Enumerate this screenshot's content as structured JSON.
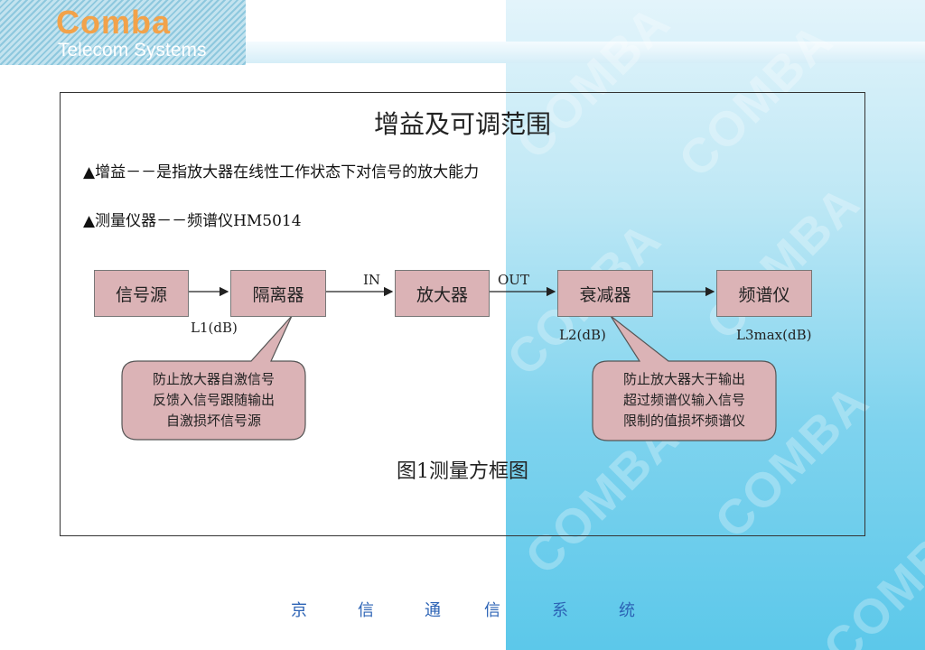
{
  "logo": {
    "name": "Comba",
    "subtitle": "Telecom Systems"
  },
  "watermark_text": "COMBA",
  "slide": {
    "title": "增益及可调范围",
    "bullet1": "▲增益－－是指放大器在线性工作状态下对信号的放大能力",
    "bullet2": "▲测量仪器－－频谱仪HM5014"
  },
  "diagram": {
    "blocks": [
      "信号源",
      "隔离器",
      "放大器",
      "衰减器",
      "频谱仪"
    ],
    "labels": {
      "in": "IN",
      "out": "OUT",
      "l1": "L1(dB)",
      "l2": "L2(dB)",
      "l3": "L3max(dB)"
    },
    "callouts": {
      "left": [
        "防止放大器自激信号",
        "反馈入信号跟随输出",
        "自激损坏信号源"
      ],
      "right": [
        "防止放大器大于输出",
        "超过频谱仪输入信号",
        "限制的值损坏频谱仪"
      ]
    },
    "caption": "图1测量方框图"
  },
  "footer": [
    "京",
    "信",
    "通",
    "信",
    "系",
    "统"
  ],
  "colors": {
    "block_fill": "#dbb3b6",
    "footer_text": "#2c63b5",
    "logo_orange": "#f2a24a"
  }
}
